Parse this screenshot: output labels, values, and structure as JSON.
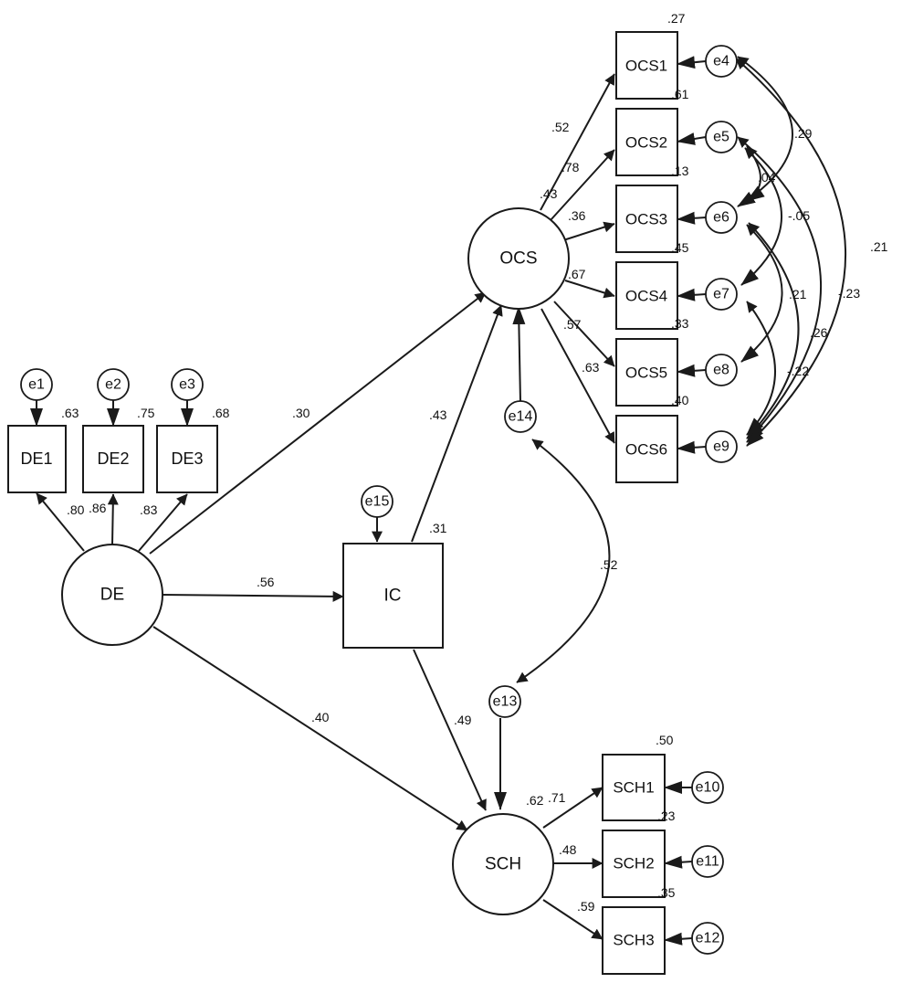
{
  "nodes": {
    "DE": "DE",
    "IC": "IC",
    "OCS": "OCS",
    "SCH": "SCH",
    "DE1": "DE1",
    "DE2": "DE2",
    "DE3": "DE3",
    "OCS1": "OCS1",
    "OCS2": "OCS2",
    "OCS3": "OCS3",
    "OCS4": "OCS4",
    "OCS5": "OCS5",
    "OCS6": "OCS6",
    "SCH1": "SCH1",
    "SCH2": "SCH2",
    "SCH3": "SCH3",
    "e1": "e1",
    "e2": "e2",
    "e3": "e3",
    "e4": "e4",
    "e5": "e5",
    "e6": "e6",
    "e7": "e7",
    "e8": "e8",
    "e9": "e9",
    "e10": "e10",
    "e11": "e11",
    "e12": "e12",
    "e13": "e13",
    "e14": "e14",
    "e15": "e15"
  },
  "coefficients": {
    "r2_de1": ".63",
    "r2_de2": ".75",
    "r2_de3": ".68",
    "load_de1": ".80",
    "load_de2": ".86",
    "load_de3": ".83",
    "path_de_ocs": ".30",
    "path_de_ic": ".56",
    "path_de_sch": ".40",
    "r2_ic": ".31",
    "path_ic_ocs": ".43",
    "path_ic_sch": ".49",
    "r2_ocs": ".43",
    "r2_sch": ".62",
    "cov_e13_e14": ".52",
    "r2_ocs1": ".27",
    "r2_ocs2": ".61",
    "r2_ocs3": ".13",
    "r2_ocs4": ".45",
    "r2_ocs5": ".33",
    "r2_ocs6": ".40",
    "load_ocs1": ".52",
    "load_ocs2": ".78",
    "load_ocs3": ".36",
    "load_ocs4": ".67",
    "load_ocs5": ".57",
    "load_ocs6": ".63",
    "cov_e4_e6": ".29",
    "cov_e5_e6": ".04",
    "cov_e5_e7": "-.05",
    "cov_e4_e9": ".21",
    "cov_e6_e8": ".21",
    "cov_e5_e9": "-.23",
    "cov_e6_e9": ".26",
    "cov_e7_e9": "-.22",
    "r2_sch1": ".50",
    "r2_sch2": ".23",
    "r2_sch3": ".35",
    "load_sch1": ".71",
    "load_sch2": ".48",
    "load_sch3": ".59"
  }
}
